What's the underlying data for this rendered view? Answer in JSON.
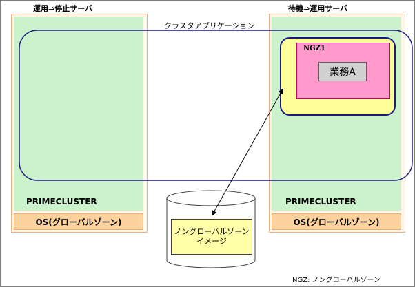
{
  "left_server": {
    "title": "運用⇒停止サーバ",
    "cluster_label": "PRIMECLUSTER",
    "os_label": "OS(グローバルゾーン)"
  },
  "right_server": {
    "title": "待機⇒運用サーバ",
    "cluster_label": "PRIMECLUSTER",
    "os_label": "OS(グローバルゾーン)"
  },
  "cluster_app_label": "クラスタアプリケーション",
  "ngz": {
    "name": "NGZ1",
    "job_label": "業務A"
  },
  "storage": {
    "line1": "ノングローバルゾーン",
    "line2": "イメージ"
  },
  "footnote": "NGZ: ノングローバルゾーン",
  "colors": {
    "green": "#ccf2cc",
    "os_orange": "#fbd29c",
    "cluster_border": "#1a1a80",
    "ngz_yellow": "#ffff99",
    "ngz_pink": "#ff99cc"
  }
}
